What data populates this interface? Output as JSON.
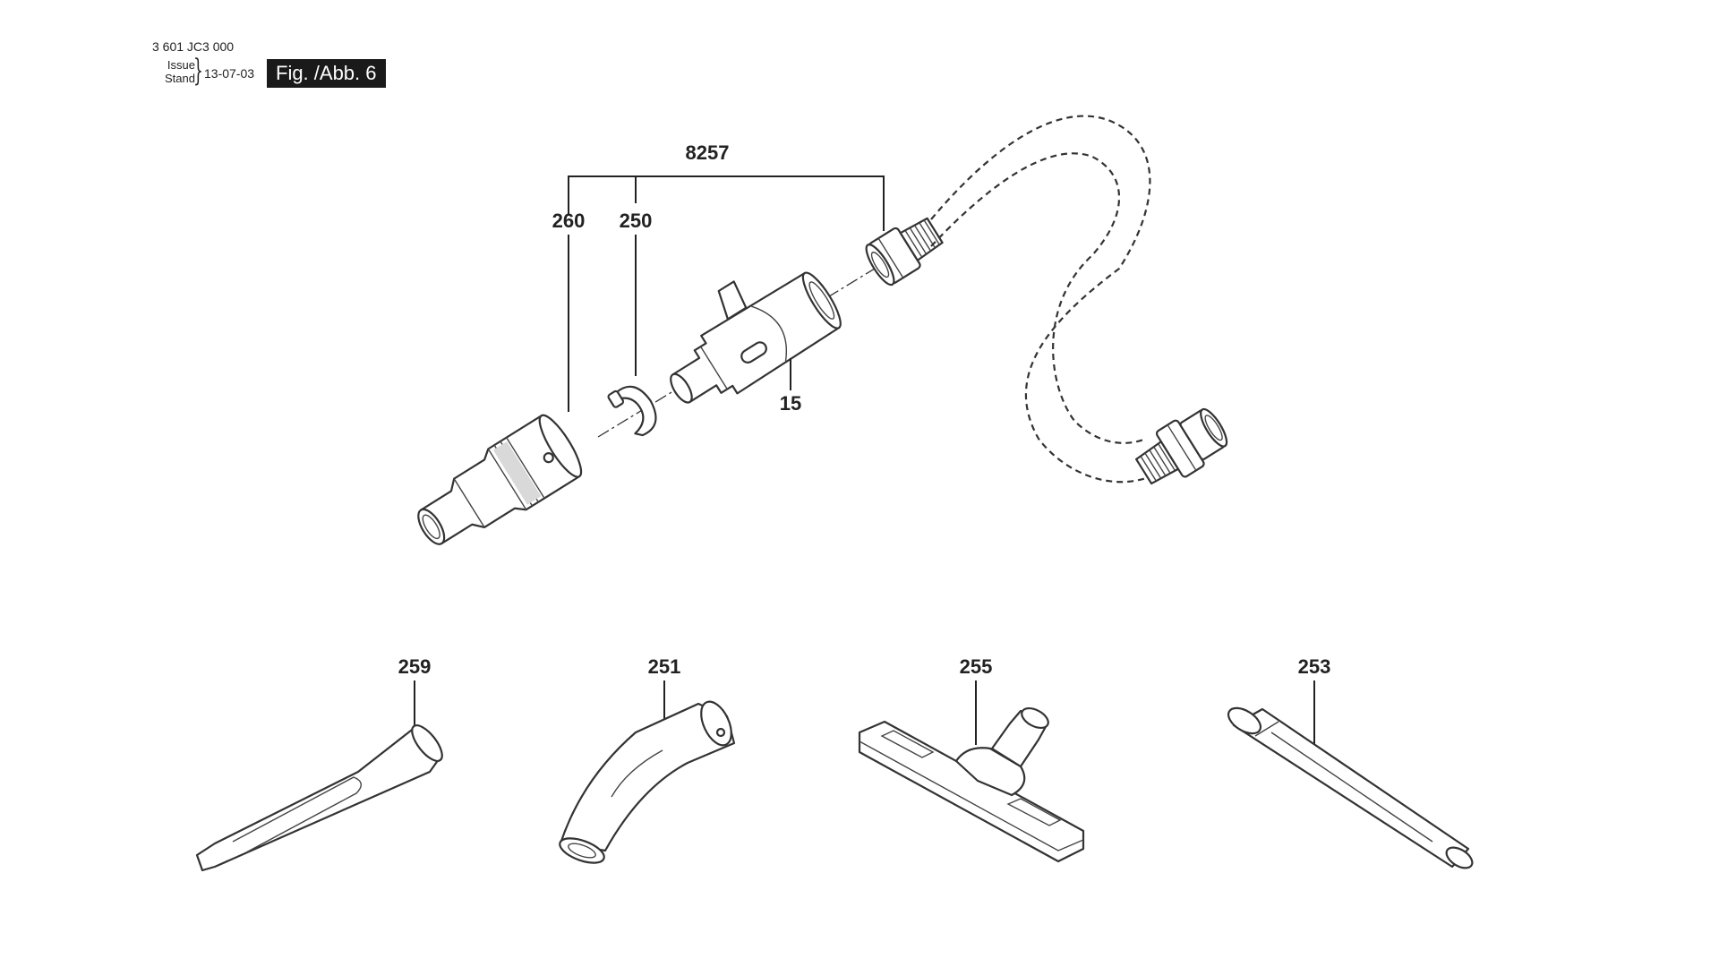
{
  "header": {
    "part_number": "3 601 JC3 000",
    "issue_line1": "Issue",
    "issue_line2": "Stand",
    "date": "13-07-03",
    "figure": "Fig. /Abb. 6"
  },
  "callouts": {
    "assembly": "8257",
    "nozzle_adapter": "260",
    "clip": "250",
    "handle_piece": "15",
    "crevice_nozzle": "259",
    "bent_tube": "251",
    "floor_nozzle": "255",
    "extension_tube": "253"
  }
}
